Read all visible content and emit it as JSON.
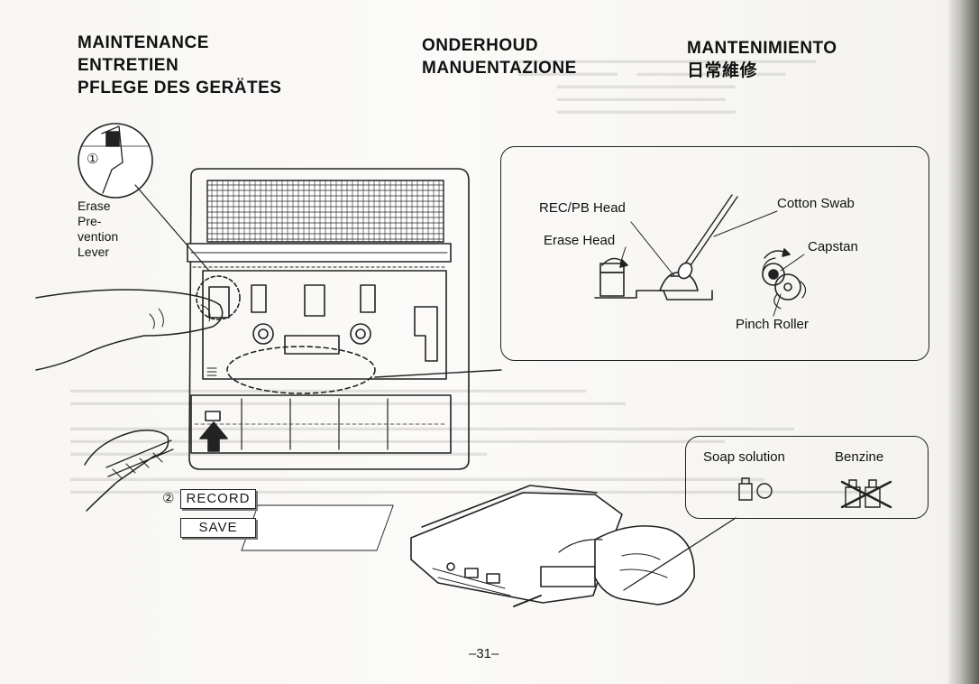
{
  "headings": {
    "col1": [
      "MAINTENANCE",
      "ENTRETIEN",
      "PFLEGE DES GERÄTES"
    ],
    "col2": [
      "ONDERHOUD",
      "MANUENTAZIONE"
    ],
    "col3": [
      "MANTENIMIENTO",
      "日常維修"
    ]
  },
  "lever_label": [
    "Erase",
    "Pre-",
    "vention",
    "Lever"
  ],
  "step1_num": "①",
  "step2_num": "②",
  "record_label": "RECORD",
  "save_label": "SAVE",
  "heads_inset": {
    "recpb": "REC/PB Head",
    "erase": "Erase Head",
    "swab": "Cotton Swab",
    "capstan": "Capstan",
    "pinch": "Pinch Roller"
  },
  "cleaning_inset": {
    "soap": "Soap solution",
    "benzine": "Benzine"
  },
  "page_number": "–31–"
}
